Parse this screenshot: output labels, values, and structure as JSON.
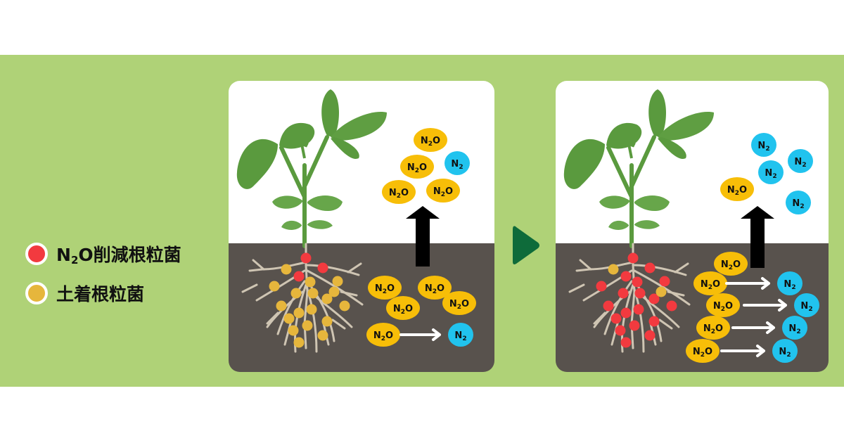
{
  "colors": {
    "background_band": "#afd277",
    "sky": "#ffffff",
    "soil": "#58524d",
    "leaf": "#5a9a3e",
    "root": "#cfc5b3",
    "n2o_reducing_bacteria": "#f23a3f",
    "indigenous_bacteria": "#e6b63c",
    "n2o_molecule": "#f7be08",
    "n2_molecule": "#21c3ee",
    "transition_arrow": "#0e6b3a",
    "emission_arrow": "#000000"
  },
  "legend": [
    {
      "label_prefix": "N",
      "label_sub": "2",
      "label_suffix": "O削減根粒菌",
      "color_key": "n2o_reducing_bacteria"
    },
    {
      "label_prefix": "土着根粒菌",
      "label_sub": "",
      "label_suffix": "",
      "color_key": "indigenous_bacteria"
    }
  ],
  "molecules": {
    "n2o": {
      "main": "N",
      "sub": "2",
      "tail": "O"
    },
    "n2": {
      "main": "N",
      "sub": "2",
      "tail": ""
    }
  },
  "panels": [
    {
      "id": "before",
      "nodules": {
        "n2o_reducing": 3,
        "indigenous": 18
      },
      "air_molecules": [
        "n2o",
        "n2",
        "n2o",
        "n2o",
        "n2o"
      ],
      "soil_molecules": [
        "n2o",
        "n2o",
        "n2o",
        "n2o"
      ],
      "conversions": 1
    },
    {
      "id": "after",
      "nodules": {
        "n2o_reducing": 19,
        "indigenous": 2
      },
      "air_molecules": [
        "n2",
        "n2",
        "n2",
        "n2o",
        "n2"
      ],
      "soil_molecules": [
        "n2o"
      ],
      "conversions": 4
    }
  ]
}
